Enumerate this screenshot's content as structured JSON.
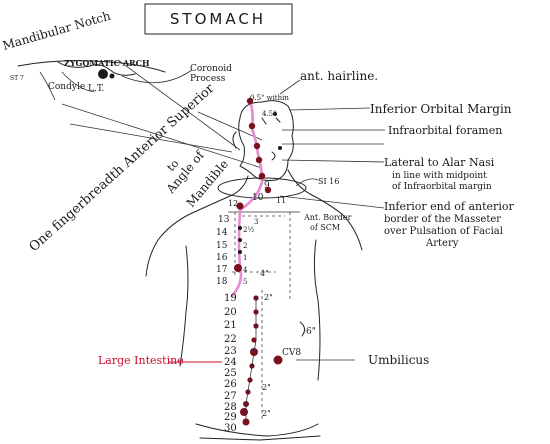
{
  "title": "STOMACH",
  "colors": {
    "ink": "#1a1a1a",
    "meridian": "#e58ad6",
    "point": "#7a0f1d",
    "large_intestine": "#c8102e"
  },
  "labels": {
    "mandibular_notch": "Mandibular Notch",
    "zygomatic_arch": "ZYGOMATIC ARCH",
    "condyle": "Condyle ",
    "condyle_abbr": "L.T.",
    "st7": "ST 7",
    "coronoid_1": "Coronoid",
    "coronoid_2": "Process",
    "ant_hairline": "ant. hairline.",
    "within": "0.5\" within",
    "hairline_mid": "4.5\" ",
    "inferior_orbital_margin": "Inferior Orbital Margin",
    "infraorbital_foramen": "Infraorbital foramen",
    "alar_1": "Lateral to Alar Nasi",
    "alar_2": "in line with midpoint",
    "alar_3": "of Infraorbital margin",
    "masseter_1": "Inferior end of anterior",
    "masseter_2": "border of the Masseter",
    "masseter_3": "over Pulsation of Facial",
    "masseter_4": "Artery",
    "one_finger": "One fingerbreadth Anterior Superior",
    "to": "to",
    "angle_1": "Angle of",
    "angle_2": "Mandible",
    "si16": "SI 16",
    "ant_border_1": "Ant. Border",
    "ant_border_2": "of SCM",
    "large_intestine": "Large Intestine",
    "cv8": "CV8",
    "umbilicus": "Umbilicus",
    "six_inch": "6\"",
    "two_inch_a": "2\"",
    "two_inch_b": "2\"",
    "two_inch_c": "2\"",
    "four_inch": "4\"",
    "sub_a": "2½",
    "sub_b": "2",
    "sub_c": "1",
    "sub_d": "4",
    "sub_e": "5",
    "sub_f": "3"
  },
  "point_numbers_upper": [
    "9",
    "10",
    "11",
    "12",
    "13",
    "14",
    "15",
    "16",
    "17",
    "18"
  ],
  "point_numbers_lower": [
    "19",
    "20",
    "21",
    "22",
    "23",
    "24",
    "25",
    "26",
    "27",
    "28",
    "29",
    "30"
  ]
}
